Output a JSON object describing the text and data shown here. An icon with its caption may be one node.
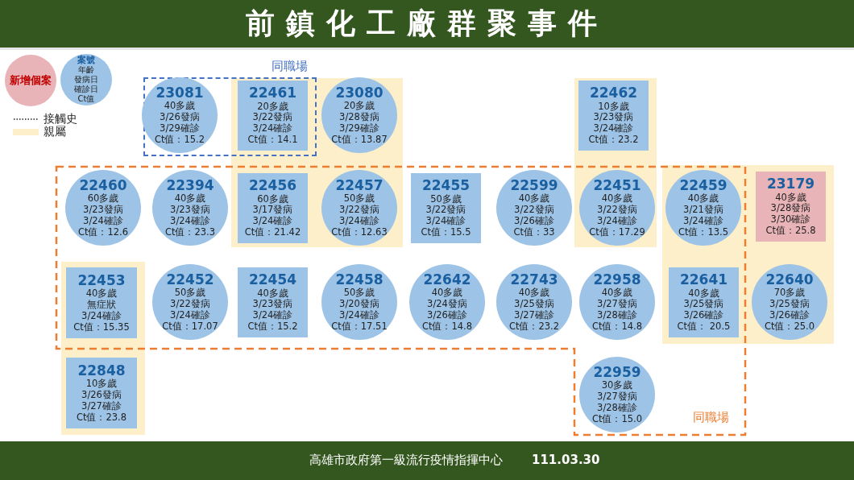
{
  "diagram": {
    "title": "前鎮化工廠群聚事件",
    "nodes": [
      {
        "text": [
          "新增個案"
        ]
      },
      {
        "text": [
          "案號",
          "年齡",
          "發病日",
          "確診日",
          "Ct值"
        ]
      },
      {
        "text": [
          "23081",
          "40多歲",
          "3/26發病",
          "3/29確診",
          "Ct值：15.2"
        ]
      },
      {
        "text": [
          "22461",
          "20多歲",
          "3/22發病",
          "3/24確診",
          "Ct值：14.1"
        ]
      },
      {
        "text": [
          "23080",
          "20多歲",
          "3/28發病",
          "3/29確診",
          "Ct值：13.87"
        ]
      },
      {
        "text": [
          "22462",
          "10多歲",
          "3/23發病",
          "3/24確診",
          "Ct值：23.2"
        ]
      },
      {
        "text": [
          "22460",
          "60多歲",
          "3/23發病",
          "3/24確診",
          "Ct值：12.6"
        ]
      },
      {
        "text": [
          "22394",
          "40多歲",
          "3/23發病",
          "3/24確診",
          "Ct值：23.3"
        ]
      },
      {
        "text": [
          "22456",
          "60多歲",
          "3/17發病",
          "3/24確診",
          "Ct值：21.42"
        ]
      },
      {
        "text": [
          "22457",
          "50多歲",
          "3/22發病",
          "3/24確診",
          "Ct值：12.63"
        ]
      },
      {
        "text": [
          "22455",
          "50多歲",
          "3/22發病",
          "3/24確診",
          "Ct值：15.5"
        ]
      },
      {
        "text": [
          "22599",
          "40多歲",
          "3/22發病",
          "3/26確診",
          "Ct值：33"
        ]
      },
      {
        "text": [
          "22451",
          "40多歲",
          "3/22發病",
          "3/24確診",
          "Ct值：17.29"
        ]
      },
      {
        "text": [
          "22459",
          "40多歲",
          "3/21發病",
          "3/24確診",
          "Ct值：13.5"
        ]
      },
      {
        "text": [
          "23179",
          "40多歲",
          "3/28發病",
          "3/30確診",
          "Ct值：25.8"
        ]
      },
      {
        "text": [
          "22453",
          "40多歲",
          "無症狀",
          "3/24確診",
          "Ct值：15.35"
        ]
      },
      {
        "text": [
          "22452",
          "50多歲",
          "3/22發病",
          "3/24確診",
          "Ct值：17.07"
        ]
      },
      {
        "text": [
          "22454",
          "40多歲",
          "3/23發病",
          "3/24確診",
          "Ct值：15.2"
        ]
      },
      {
        "text": [
          "22458",
          "50多歲",
          "3/20發病",
          "3/24確診",
          "Ct值：17.51"
        ]
      },
      {
        "text": [
          "22642",
          "40多歲",
          "3/24發病",
          "3/26確診",
          "Ct值：14.8"
        ]
      },
      {
        "text": [
          "22743",
          "40多歲",
          "3/25發病",
          "3/27確診",
          "Ct值：23.2"
        ]
      },
      {
        "text": [
          "22958",
          "40多歲",
          "3/27發病",
          "3/28確診",
          "Ct值：14.8"
        ]
      },
      {
        "text": [
          "22641",
          "40多歲",
          "3/25發病",
          "3/26確診",
          "Ct值： 20.5"
        ]
      },
      {
        "text": [
          "22640",
          "70多歲",
          "3/25發病",
          "3/26確診",
          "Ct值：25.0"
        ]
      },
      {
        "text": [
          "22848",
          "10多歲",
          "3/26發病",
          "3/27確診",
          "Ct值：23.8"
        ]
      },
      {
        "text": [
          "22959",
          "30多歲",
          "3/27發病",
          "3/28確診",
          "Ct值：15.0"
        ]
      }
    ],
    "labels": [
      "同職場",
      "同職場",
      "高雄市政府第一級流行疫情指揮中心",
      "111.03.30"
    ],
    "legend": [
      {
        "text": "接觸史"
      },
      {
        "text": "親屬",
        "color": "#fcefc9"
      }
    ]
  }
}
